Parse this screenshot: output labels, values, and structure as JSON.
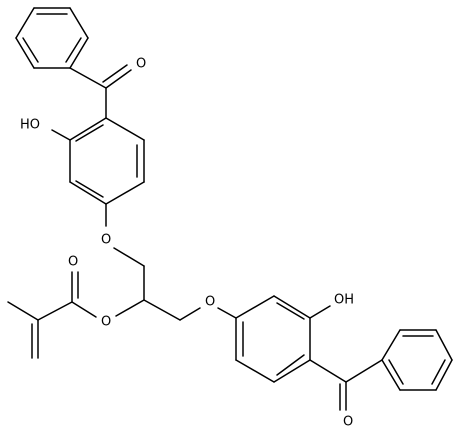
{
  "atom_labels": {
    "carbonyl_o_top": "O",
    "hydroxyl_top": "HO",
    "ether_o_upper": "O",
    "ester_carbonyl_o": "O",
    "ester_o": "O",
    "ether_o_lower": "O",
    "hydroxyl_bottom": "OH",
    "carbonyl_o_bottom": "O"
  }
}
